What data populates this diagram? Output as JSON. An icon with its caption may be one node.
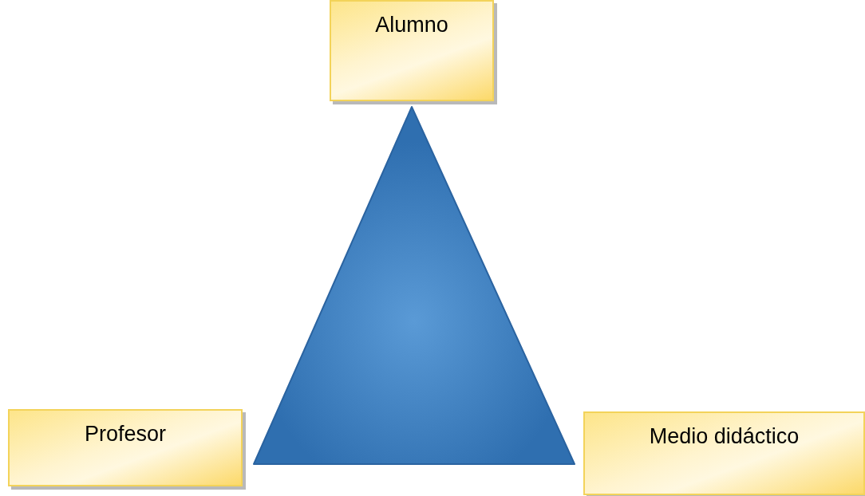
{
  "diagram": {
    "nodes": [
      {
        "text": [
          "Alumno"
        ]
      },
      {
        "text": [],
        "shape": "triangle"
      },
      {
        "text": [
          "Profesor"
        ]
      },
      {
        "text": [
          "Medio didáctico"
        ]
      }
    ]
  }
}
